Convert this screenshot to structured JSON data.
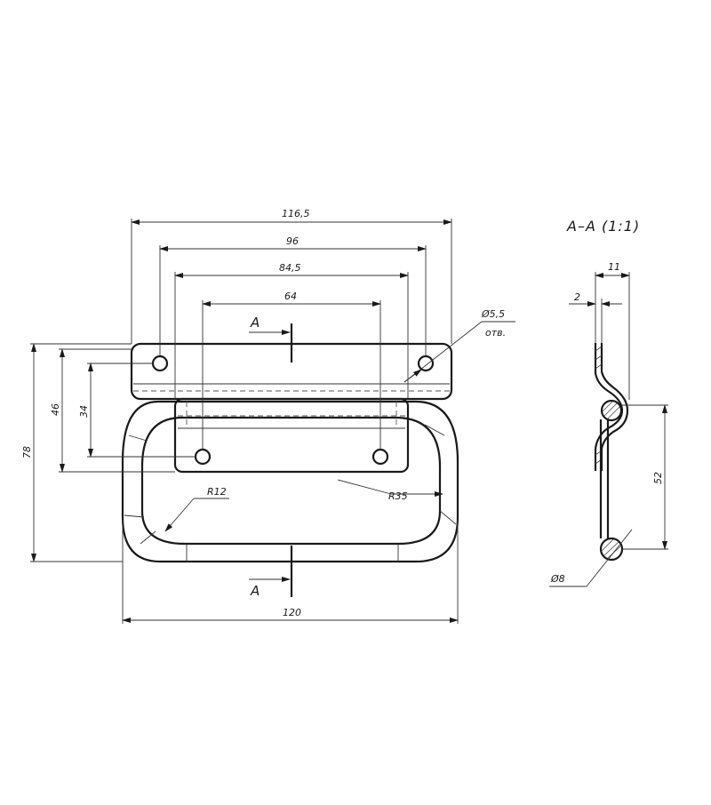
{
  "section_title": "A–A (1:1)",
  "front_view": {
    "dimensions": {
      "overall_plate_width": "116,5",
      "hole_span_outer": "96",
      "inner_width": "84,5",
      "hole_span_inner": "64",
      "handle_width": "120",
      "overall_height": "78",
      "outer_hole_height": "46",
      "inner_hole_height": "34",
      "hole_diameter": "Ø5,5",
      "hole_note": "отв.",
      "corner_radius_small": "R12",
      "corner_radius_large": "R35"
    },
    "section_marks": {
      "top": "A",
      "bottom": "A"
    }
  },
  "section_view": {
    "dimensions": {
      "depth": "11",
      "thickness": "2",
      "rod_spacing": "52",
      "rod_diameter": "Ø8"
    }
  }
}
